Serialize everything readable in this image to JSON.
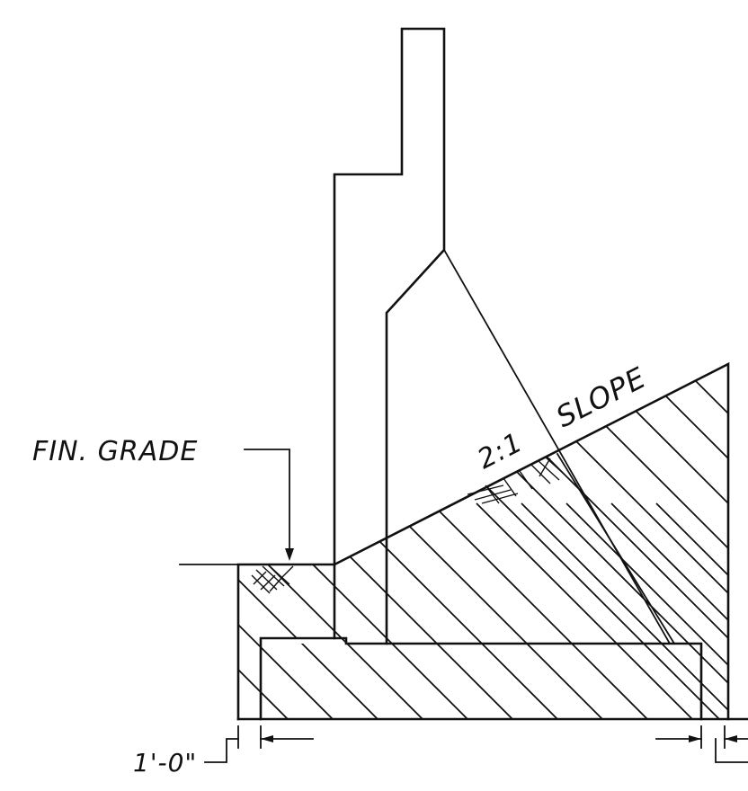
{
  "labels": {
    "fin_grade": "FIN. GRADE",
    "slope_ratio": "2:1",
    "slope_word": "SLOPE",
    "dim_left": "1'-0\""
  },
  "colors": {
    "ink": "#111111",
    "paper": "#ffffff"
  }
}
